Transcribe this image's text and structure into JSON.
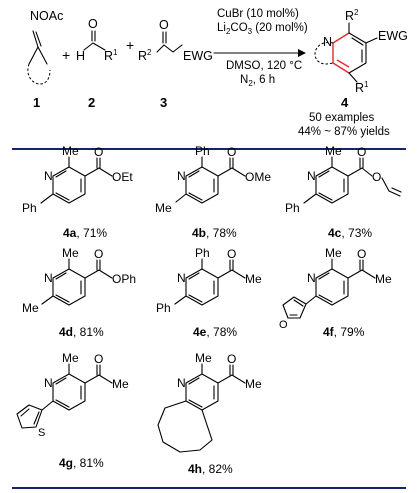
{
  "reaction": {
    "reagent_1": {
      "group": "NOAc",
      "number": "1"
    },
    "reagent_2": {
      "atom_h": "H",
      "atom_o": "O",
      "r_label": "R",
      "r_sup": "1",
      "number": "2"
    },
    "reagent_3": {
      "r_label": "R",
      "r_sup": "2",
      "atom_o": "O",
      "group": "EWG",
      "number": "3"
    },
    "plus": "+",
    "conditions": {
      "catalyst": "CuBr (10 mol%)",
      "base_prefix": "Li",
      "base_sub": "2",
      "base_mid": "CO",
      "base_sub2": "3",
      "base_suffix": " (20 mol%)",
      "solvent_temp": "DMSO, 120 °C",
      "atm_prefix": "N",
      "atm_sub": "2",
      "atm_suffix": ", 6 h"
    },
    "product": {
      "n": "N",
      "r2": "R",
      "r2_sup": "2",
      "r1": "R",
      "r1_sup": "1",
      "ewg": "EWG",
      "number": "4"
    },
    "summary": {
      "line1": "50 examples",
      "line2": "44% ~ 87% yields"
    }
  },
  "examples": [
    {
      "id": "4a",
      "yield": ", 71%",
      "n": "N",
      "me": "Me",
      "o": "O",
      "ester": "OEt",
      "aryl": "Ph"
    },
    {
      "id": "4b",
      "yield": ", 78%",
      "n": "N",
      "top": "Ph",
      "o": "O",
      "ester": "OMe",
      "bottom": "Me"
    },
    {
      "id": "4c",
      "yield": ", 73%",
      "n": "N",
      "me": "Me",
      "o": "O",
      "o2": "O",
      "aryl": "Ph"
    },
    {
      "id": "4d",
      "yield": ", 81%",
      "n": "N",
      "me": "Me",
      "o": "O",
      "ester": "OPh",
      "bottom": "Me"
    },
    {
      "id": "4e",
      "yield": ", 78%",
      "n": "N",
      "top": "Ph",
      "o": "O",
      "ketone": "Me",
      "aryl": "Ph"
    },
    {
      "id": "4f",
      "yield": ", 79%",
      "n": "N",
      "me": "Me",
      "o": "O",
      "ketone": "Me",
      "furan_o": "O"
    },
    {
      "id": "4g",
      "yield": ", 81%",
      "n": "N",
      "me": "Me",
      "o": "O",
      "ketone": "Me",
      "thio_s": "S"
    },
    {
      "id": "4h",
      "yield": ", 82%",
      "n": "N",
      "me": "Me",
      "o": "O",
      "ketone": "Me"
    }
  ]
}
